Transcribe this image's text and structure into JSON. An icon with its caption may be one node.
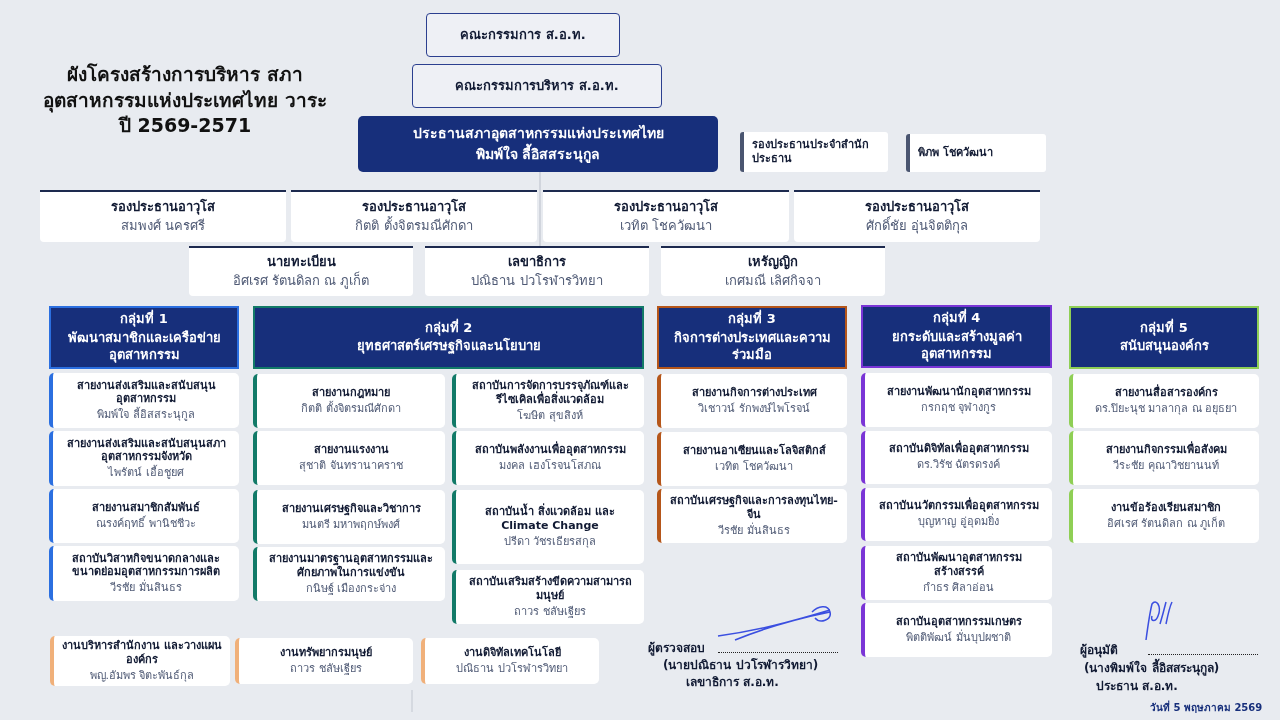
{
  "diagram": {
    "title": "ผังโครงสร้างการบริหาร สภาอุตสาหกรรมแห่งประเทศไทย วาระปี 2569-2571",
    "nodes": [
      {
        "text": [
          "คณะกรรมการ ส.อ.ท."
        ]
      },
      {
        "text": [
          "คณะกรรมการบริหาร ส.อ.ท."
        ]
      },
      {
        "text": [
          "ประธานสภาอุตสาหกรรมแห่งประเทศไทย",
          "พิมพ์ใจ ลี้อิสสระนุกูล"
        ]
      },
      {
        "text": [
          "รองประธานประจำสำนักประธาน"
        ]
      },
      {
        "text": [
          "พิภพ โชควัฒนา"
        ]
      },
      {
        "text": [
          "รองประธานอาวุโส",
          "สมพงศ์ นครศรี"
        ]
      },
      {
        "text": [
          "รองประธานอาวุโส",
          "กิตติ ตั้งจิตรมณีศักดา"
        ]
      },
      {
        "text": [
          "รองประธานอาวุโส",
          "เวทิต โชควัฒนา"
        ]
      },
      {
        "text": [
          "รองประธานอาวุโส",
          "ศักดิ์ชัย อุ่นจิตติกุล"
        ]
      },
      {
        "text": [
          "นายทะเบียน",
          "อิศเรศ รัตนดิลก ณ ภูเก็ต"
        ]
      },
      {
        "text": [
          "เลขาธิการ",
          "ปณิธาน ปวโรฬารวิทยา"
        ]
      },
      {
        "text": [
          "เหรัญญิก",
          "เกศมณี เลิศกิจจา"
        ]
      },
      {
        "text": [
          "กลุ่มที่ 1",
          "พัฒนาสมาชิกและเครือข่ายอุตสาหกรรม"
        ]
      },
      {
        "text": [
          "สายงานส่งเสริมและสนับสนุนอุตสาหกรรม",
          "พิมพ์ใจ ลี้อิสสระนุกูล"
        ]
      },
      {
        "text": [
          "สายงานส่งเสริมและสนับสนุนสภาอุตสาหกรรมจังหวัด",
          "ไพรัตน์ เอื้อชูยศ"
        ]
      },
      {
        "text": [
          "สายงานสมาชิกสัมพันธ์",
          "ณรงค์ฤทธิ์ พานิชชีวะ"
        ]
      },
      {
        "text": [
          "สถาบันวิสาหกิจขนาดกลางและขนาดย่อมอุตสาหกรรมการผลิต",
          "วีรชัย มั่นสินธร"
        ]
      },
      {
        "text": [
          "กลุ่มที่ 2",
          "ยุทธศาสตร์เศรษฐกิจและนโยบาย"
        ]
      },
      {
        "text": [
          "สายงานกฎหมาย",
          "กิตติ ตั้งจิตรมณีศักดา"
        ]
      },
      {
        "text": [
          "สายงานแรงงาน",
          "สุชาติ จันทรานาคราช"
        ]
      },
      {
        "text": [
          "สายงานเศรษฐกิจและวิชาการ",
          "มนตรี มหาพฤกษ์พงศ์"
        ]
      },
      {
        "text": [
          "สายงานมาตรฐานอุตสาหกรรมและศักยภาพในการแข่งขัน",
          "กนิษฐ์ เมืองกระจ่าง"
        ]
      },
      {
        "text": [
          "สถาบันการจัดการบรรจุภัณฑ์และรีไซเคิลเพื่อสิ่งแวดล้อม",
          "โฆษิต สุขสิงห์"
        ]
      },
      {
        "text": [
          "สถาบันพลังงานเพื่ออุตสาหกรรม",
          "มงคล เฮงโรจนโสภณ"
        ]
      },
      {
        "text": [
          "สถาบันน้ำ สิ่งแวดล้อม และ Climate Change",
          "ปรีดา วัชรเธียรสกุล"
        ]
      },
      {
        "text": [
          "สถาบันเสริมสร้างขีดความสามารถมนุษย์",
          "ถาวร ชลัษเฐียร"
        ]
      },
      {
        "text": [
          "กลุ่มที่ 3",
          "กิจการต่างประเทศและความร่วมมือ"
        ]
      },
      {
        "text": [
          "สายงานกิจการต่างประเทศ",
          "วิเชาวน์ รักพงษ์ไพโรจน์"
        ]
      },
      {
        "text": [
          "สายงานอาเซียนและโลจิสติกส์",
          "เวทิต โชควัฒนา"
        ]
      },
      {
        "text": [
          "สถาบันเศรษฐกิจและการลงทุนไทย-จีน",
          "วีรชัย มั่นสินธร"
        ]
      },
      {
        "text": [
          "กลุ่มที่ 4",
          "ยกระดับและสร้างมูลค่าอุตสาหกรรม"
        ]
      },
      {
        "text": [
          "สายงานพัฒนานักอุตสาหกรรม",
          "กรกฤช จุฬางกูร"
        ]
      },
      {
        "text": [
          "สถาบันดิจิทัลเพื่ออุตสาหกรรม",
          "ดร.วิรัช ฉัตรดรงค์"
        ]
      },
      {
        "text": [
          "สถาบันนวัตกรรมเพื่ออุตสาหกรรม",
          "บุญหาญ อู่อุดมยิ่ง"
        ]
      },
      {
        "text": [
          "สถาบันพัฒนาอุตสาหกรรมสร้างสรรค์",
          "กำธร ศิลาอ่อน"
        ]
      },
      {
        "text": [
          "สถาบันอุตสาหกรรมเกษตร",
          "พิตติพัฒน์ มั่นบุปผชาติ"
        ]
      },
      {
        "text": [
          "กลุ่มที่ 5",
          "สนับสนุนองค์กร"
        ]
      },
      {
        "text": [
          "สายงานสื่อสารองค์กร",
          "ดร.ปิยะนุช มาลากุล ณ อยุธยา"
        ]
      },
      {
        "text": [
          "สายงานกิจกรรมเพื่อสังคม",
          "วีระชัย คุณาวิชยานนท์"
        ]
      },
      {
        "text": [
          "งานข้อร้องเรียนสมาชิก",
          "อิศเรศ รัตนดิลก ณ ภูเก็ต"
        ]
      },
      {
        "text": [
          "งานบริหารสำนักงาน และวางแผนองค์กร",
          "พญ.อัมพร จิตะพันธ์กุล"
        ]
      },
      {
        "text": [
          "งานทรัพยากรมนุษย์",
          "ถาวร ชลัษเฐียร"
        ]
      },
      {
        "text": [
          "งานดิจิทัลเทคโนโลยี",
          "ปณิธาน ปวโรฬารวิทยา"
        ]
      }
    ],
    "edges": [
      {
        "from": 2,
        "to": 10,
        "arrow": "none"
      }
    ],
    "labels": [
      "ผู้ตรวจสอบ",
      "(นายปณิธาน ปวโรฬารวิทยา)",
      "เลขาธิการ ส.อ.ท.",
      "ผู้อนุมัติ",
      "(นางพิมพ์ใจ ลี้อิสสระนุกูล)",
      "ประธาน ส.อ.ท.",
      "วันที่ 5 พฤษภาคม 2569"
    ]
  }
}
